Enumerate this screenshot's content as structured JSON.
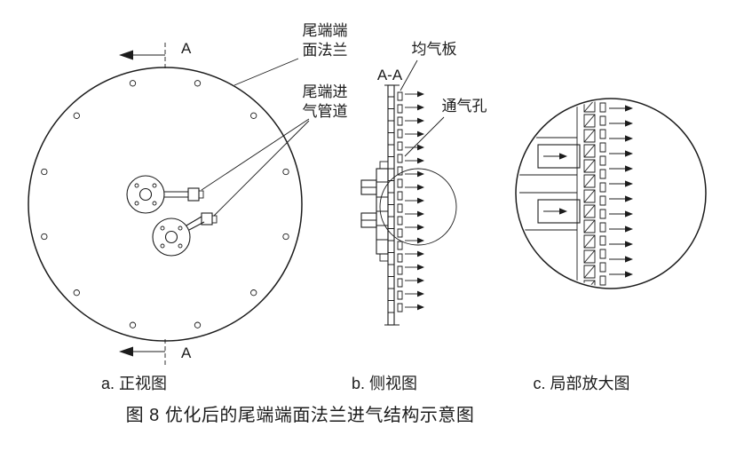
{
  "colors": {
    "ink": "#1c1c1c",
    "background": "#ffffff"
  },
  "annotations": {
    "section_marker_top": "A",
    "section_marker_bottom": "A",
    "flange_label_line1": "尾端端",
    "flange_label_line2": "面法兰",
    "pipe_label_line1": "尾端进",
    "pipe_label_line2": "气管道",
    "section_view_label": "A-A",
    "gas_plate_label": "均气板",
    "vent_hole_label": "通气孔"
  },
  "subcaptions": {
    "front_view": "a. 正视图",
    "side_view": "b. 侧视图",
    "detail_view": "c. 局部放大图"
  },
  "caption": "图 8 优化后的尾端端面法兰进气结构示意图"
}
